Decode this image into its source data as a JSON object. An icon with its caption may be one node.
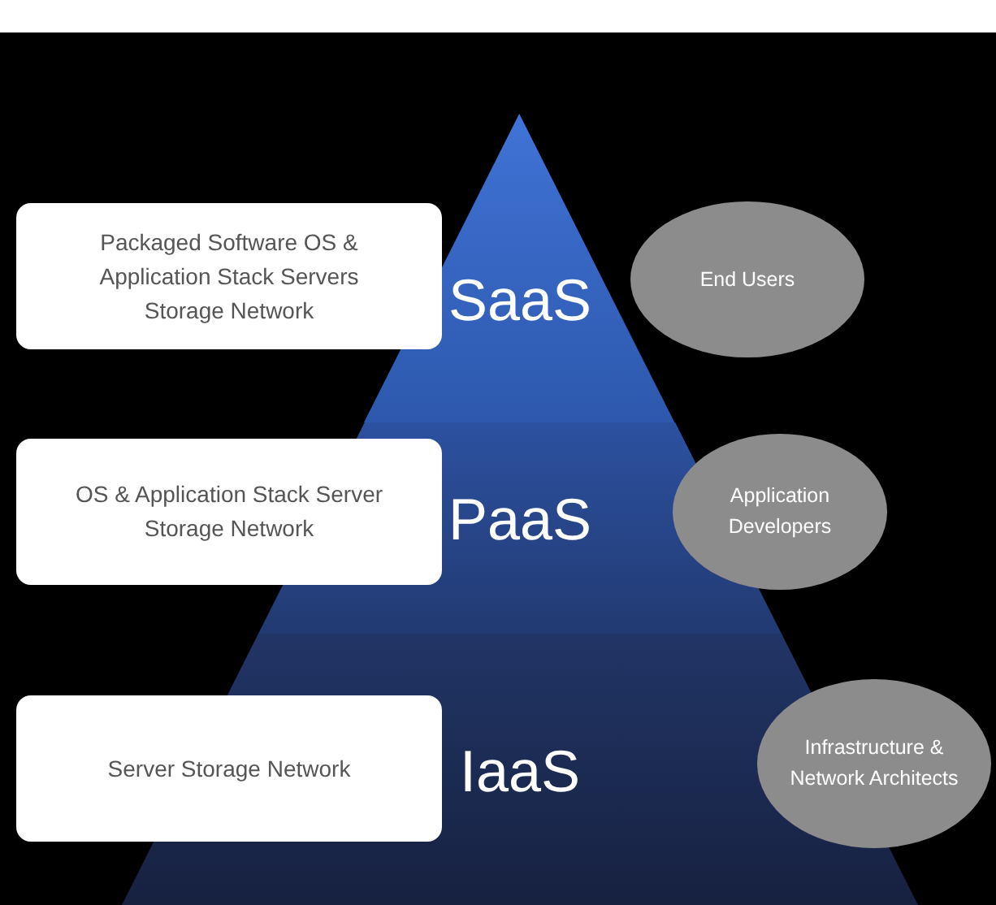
{
  "diagram": {
    "nodes": [
      {
        "text": [
          "Packaged Software OS & Application Stack Servers Storage Network"
        ]
      },
      {
        "text": [
          "SaaS"
        ]
      },
      {
        "text": [
          "End Users"
        ]
      },
      {
        "text": [
          "OS & Application Stack Server Storage Network"
        ]
      },
      {
        "text": [
          "PaaS"
        ]
      },
      {
        "text": [
          "Application Developers"
        ]
      },
      {
        "text": [
          "Server Storage Network"
        ]
      },
      {
        "text": [
          "IaaS"
        ]
      },
      {
        "text": [
          "Infrastructure & Network Architects"
        ]
      }
    ]
  }
}
